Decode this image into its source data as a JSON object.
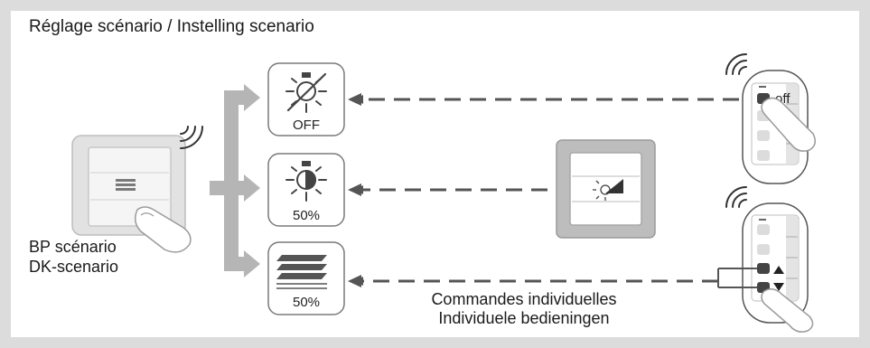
{
  "title": "Réglage scénario / Instelling scenario",
  "source_label": [
    "BP scénario",
    "DK-scenario"
  ],
  "boxes": [
    {
      "icon": "light-off-icon",
      "label": "OFF"
    },
    {
      "icon": "light-dim-icon",
      "label": "50%"
    },
    {
      "icon": "shutter-icon",
      "label": "50%"
    }
  ],
  "remote_top": {
    "button_label": "off"
  },
  "individual_caption": [
    "Commandes individuelles",
    "Individuele bedieningen"
  ],
  "colors": {
    "arrow": "#555555",
    "branch": "#b5b5b5",
    "panel": "#ffffff",
    "background": "#dcdcdc"
  }
}
